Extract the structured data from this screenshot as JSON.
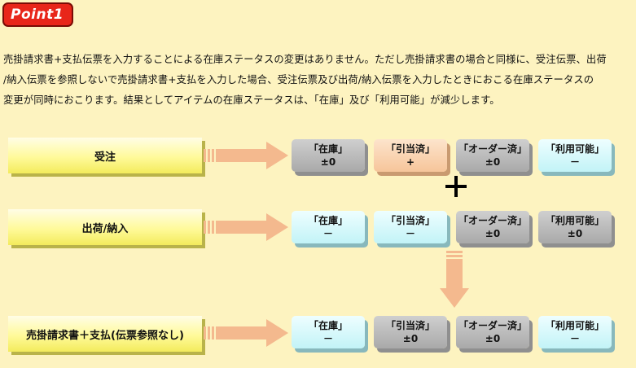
{
  "badge": "Point1",
  "description": [
    "売掛請求書+支払伝票を入力することによる在庫ステータスの変更はありません。ただし売掛請求書の場合と同様に、受注伝票、出荷",
    "/納入伝票を参照しないで売掛請求書+支払を入力した場合、受注伝票及び出荷/納入伝票を入力したときにおこる在庫ステータスの",
    "変更が同時におこります。結果としてアイテムの在庫ステータスは、「在庫」及び「利用可能」が減少します。"
  ],
  "rows": [
    {
      "label": "受注",
      "cells": [
        {
          "name": "「在庫」",
          "value": "±0",
          "color": "gray"
        },
        {
          "name": "「引当済」",
          "value": "+",
          "color": "peach"
        },
        {
          "name": "「オーダー済」",
          "value": "±0",
          "color": "gray"
        },
        {
          "name": "「利用可能」",
          "value": "－",
          "color": "cyan"
        }
      ]
    },
    {
      "label": "出荷/納入",
      "cells": [
        {
          "name": "「在庫」",
          "value": "－",
          "color": "cyan"
        },
        {
          "name": "「引当済」",
          "value": "－",
          "color": "cyan"
        },
        {
          "name": "「オーダー済」",
          "value": "±0",
          "color": "gray"
        },
        {
          "name": "「利用可能」",
          "value": "±0",
          "color": "gray"
        }
      ]
    },
    {
      "label": "売掛請求書＋支払(伝票参照なし)",
      "cells": [
        {
          "name": "「在庫」",
          "value": "－",
          "color": "cyan"
        },
        {
          "name": "「引当済」",
          "value": "±0",
          "color": "gray"
        },
        {
          "name": "「オーダー済」",
          "value": "±0",
          "color": "gray"
        },
        {
          "name": "「利用可能」",
          "value": "－",
          "color": "cyan"
        }
      ]
    }
  ],
  "colors": {
    "gray": "#b8b8b8",
    "cyan": "#c8f4f8",
    "peach": "#f8cba4",
    "badge": "#e8261a",
    "label": "#fff9a0",
    "background": "#fdf3c0"
  }
}
